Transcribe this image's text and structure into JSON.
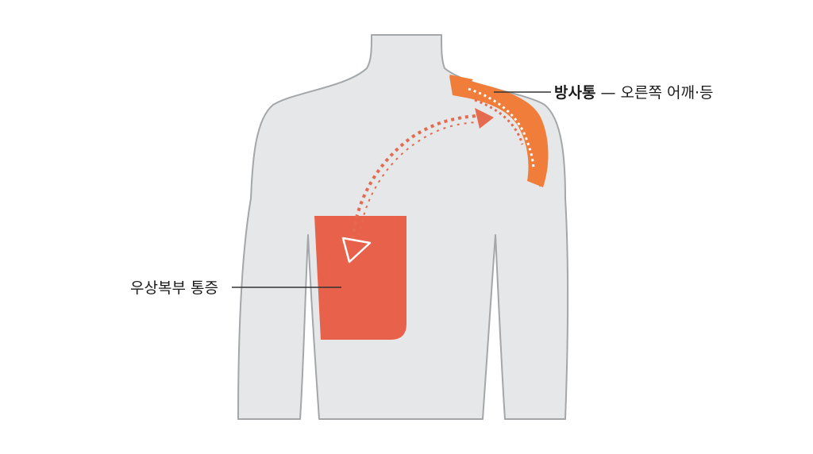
{
  "labels": {
    "radiating_term": "방사통",
    "radiating_detail": " — 오른쪽 어깨·등",
    "ruq_pain": "우상복부 통증"
  },
  "colors": {
    "background": "#ffffff",
    "body_fill": "#e5e7e8",
    "body_outline": "#a3a7aa",
    "pain_area": "#e8614a",
    "radiating_area": "#f07d3a",
    "arrow_dotted": "#e56a4f",
    "leader_line": "#333333"
  }
}
